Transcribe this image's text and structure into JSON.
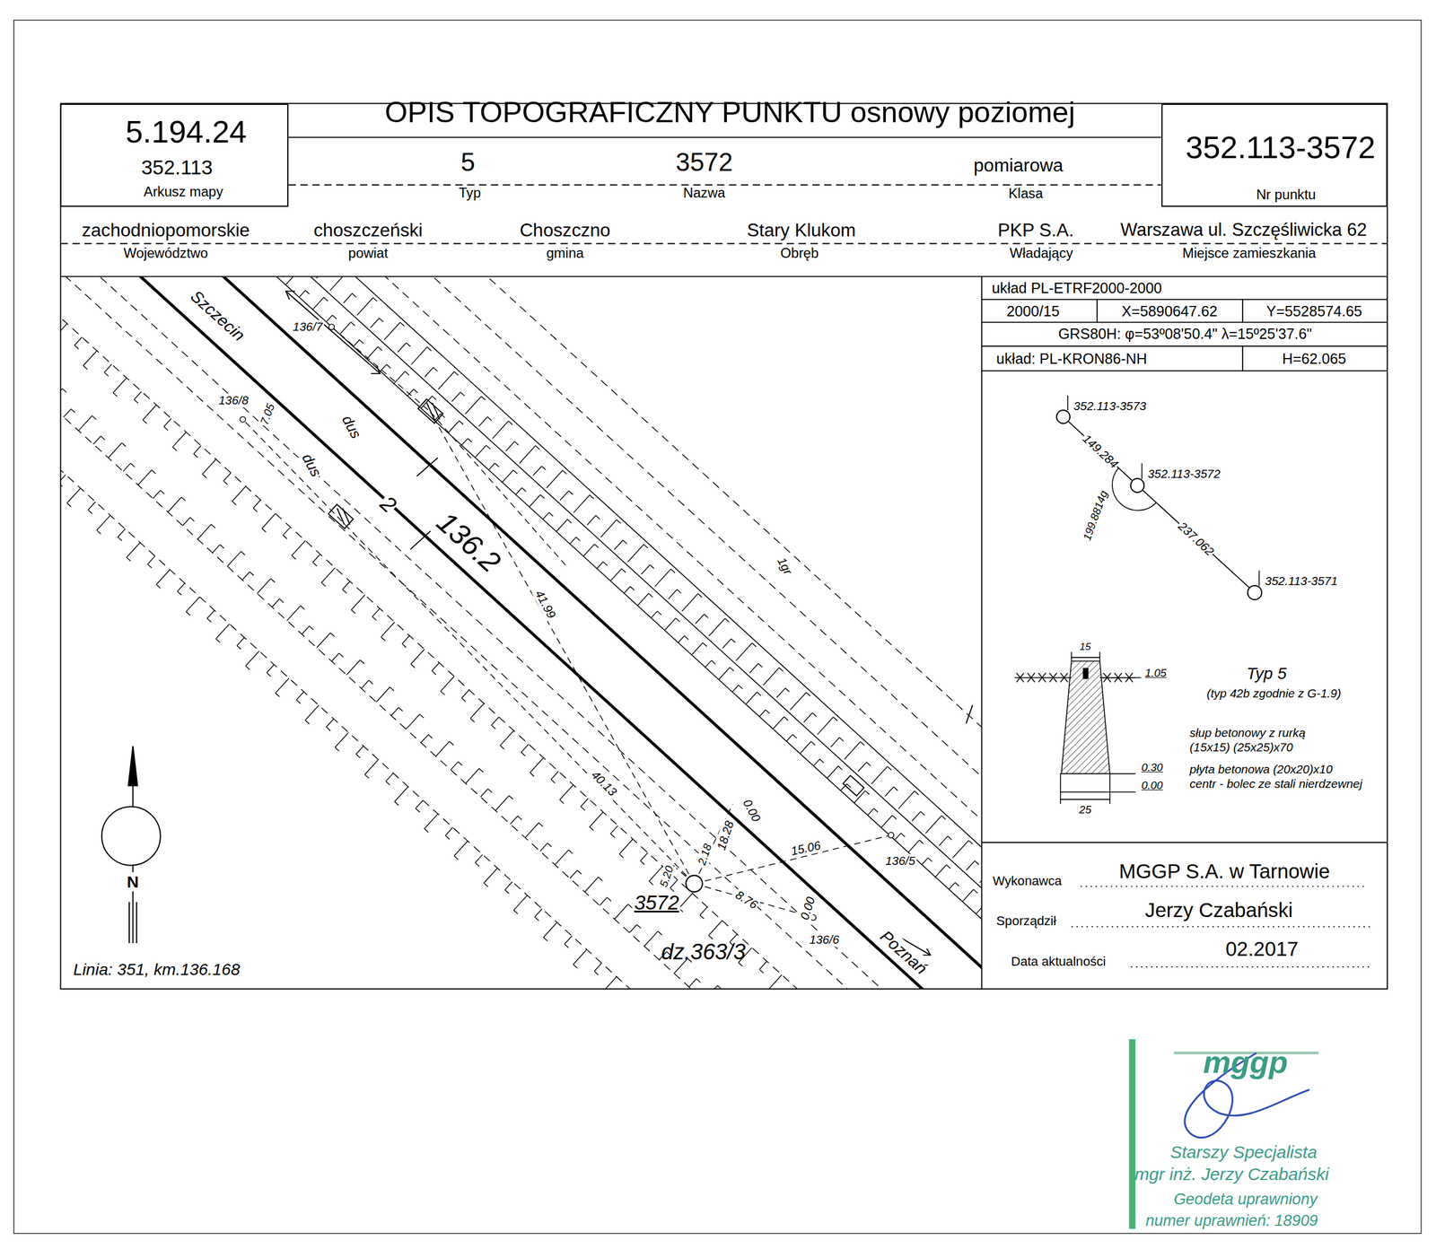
{
  "diagram": {
    "title": "OPIS TOPOGRAFICZNY PUNKTU osnowy poziomej",
    "nodes": [
      {
        "text": [
          "5.194.24",
          "352.113",
          "Arkusz mapy"
        ]
      },
      {
        "text": [
          "352.113-3572",
          "Nr punktu"
        ]
      },
      {
        "text": [
          "352.113-3573"
        ]
      },
      {
        "text": [
          "352.113-3572"
        ]
      },
      {
        "text": [
          "352.113-3571"
        ]
      }
    ],
    "edges": [
      {
        "from": 2,
        "to": 3,
        "arrow": "none",
        "label": "149.284"
      },
      {
        "from": 3,
        "to": 4,
        "arrow": "none",
        "label": "237.062"
      }
    ],
    "labels": [
      "5",
      "Typ",
      "3572",
      "Nazwa",
      "pomiarowa",
      "Klasa",
      "zachodniopomorskie",
      "Województwo",
      "choszczeński",
      "powiat",
      "Choszczno",
      "gmina",
      "Stary Klukom",
      "Obręb",
      "PKP S.A.",
      "Władający",
      "Warszawa ul. Szczęśliwicka 62",
      "Miejsce zamieszkania",
      "układ PL-ETRF2000-2000",
      "2000/15",
      "X=5890647.62",
      "Y=5528574.65",
      "GRS80H: φ=53º08'50.4\" λ=15º25'37.6\"",
      "układ: PL-KRON86-NH",
      "H=62.065",
      "199.8814g",
      "15",
      "1.05",
      "0.30",
      "0.00",
      "25",
      "Typ 5",
      "(typ 42b zgodnie z G-1.9)",
      "słup betonowy z rurką",
      "(15x15) (25x25)x70",
      "płyta betonowa (20x20)x10",
      "centr - bolec ze stali nierdzewnej",
      "Wykonawca",
      "MGGP S.A. w Tarnowie",
      "Sporządził",
      "Jerzy Czabański",
      "Data aktualności",
      "02.2017",
      "Szczecin",
      "136/7",
      "136/8",
      "7.05",
      "dus",
      "dus",
      "2",
      "136.2",
      "41.99",
      "1gr",
      "40.13",
      "0.00",
      "18.28",
      "2.18",
      "5.20",
      "15.06",
      "8.76",
      "0.00",
      "136/5",
      "136/6",
      "3572",
      "dz.363/3",
      "Poznań",
      "Linia: 351, km.136.168",
      "N",
      "mggp",
      "Starszy Specjalista",
      "mgr inż. Jerzy Czabański",
      "Geodeta uprawniony",
      "numer uprawnień: 18909"
    ]
  }
}
